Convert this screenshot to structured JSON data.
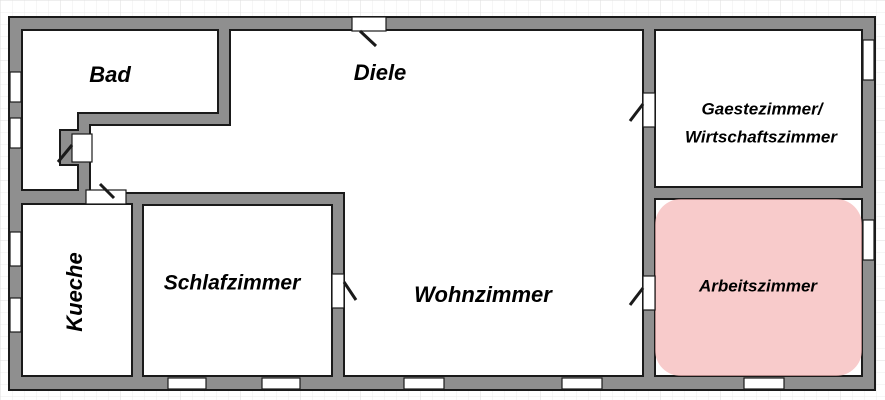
{
  "floorplan": {
    "colors": {
      "background": "#ffffff",
      "grid": "#e8e8e8",
      "wall_fill": "#8f8f8f",
      "wall_stroke": "#1a1a1a",
      "floor": "#ffffff",
      "highlight": "#f7caca",
      "window": "#ffffff"
    },
    "rooms": {
      "bad": "Bad",
      "diele": "Diele",
      "gaestezimmer_line1": "Gaestezimmer/",
      "gaestezimmer_line2": "Wirtschaftszimmer",
      "kueche": "Kueche",
      "schlafzimmer": "Schlafzimmer",
      "wohnzimmer": "Wohnzimmer",
      "arbeitszimmer": "Arbeitszimmer"
    },
    "highlighted_room": "arbeitszimmer"
  }
}
